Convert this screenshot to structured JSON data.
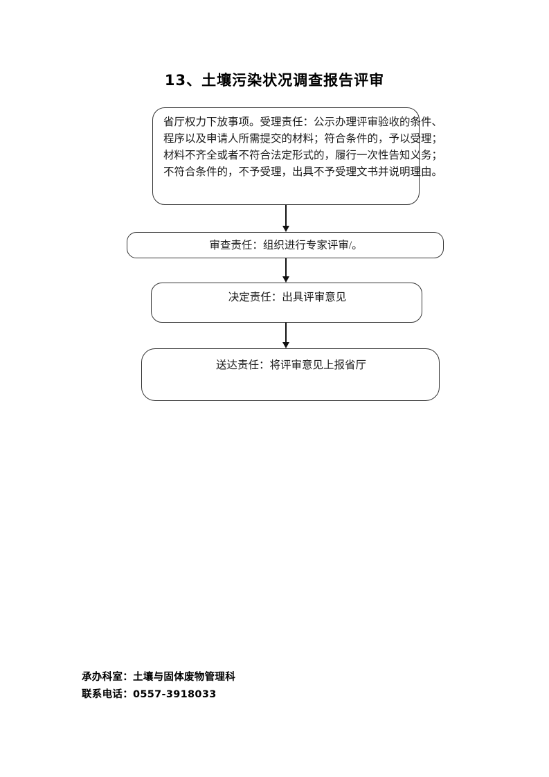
{
  "document": {
    "title": "13、土壤污染状况调查报告评审"
  },
  "flowchart": {
    "type": "flow",
    "orientation": "vertical",
    "line_color": "#333333",
    "text_color": "#1a1a1a",
    "arrow_color": "#111111",
    "nodes": [
      {
        "id": "intake",
        "shape": "rounded-rectangle",
        "lines": [
          "省厅权力下放事项。受理责任：公示办理评审验收的条件、",
          "程序以及申请人所需提交的材料；符合条件的，予以受理；",
          "材料不齐全或者不符合法定形式的，履行一次性告知义务；",
          "不符合条件的，不予受理，出具不予受理文书并说明理由。"
        ]
      },
      {
        "id": "review",
        "shape": "rounded-rectangle",
        "lines": [
          "审查责任：组织进行专家评审/。"
        ]
      },
      {
        "id": "decision",
        "shape": "rounded-rectangle",
        "lines": [
          "决定责任：出具评审意见"
        ]
      },
      {
        "id": "delivery",
        "shape": "rounded-rectangle",
        "lines": [
          "送达责任：将评审意见上报省厅"
        ]
      }
    ],
    "connectors": [
      {
        "from": "intake",
        "to": "review",
        "style": "arrow-down"
      },
      {
        "from": "review",
        "to": "decision",
        "style": "arrow-down"
      },
      {
        "from": "decision",
        "to": "delivery",
        "style": "arrow-down"
      }
    ]
  },
  "footer": {
    "department_line": "承办科室：土壤与固体废物管理科",
    "phone_line": "联系电话：0557-3918033"
  }
}
